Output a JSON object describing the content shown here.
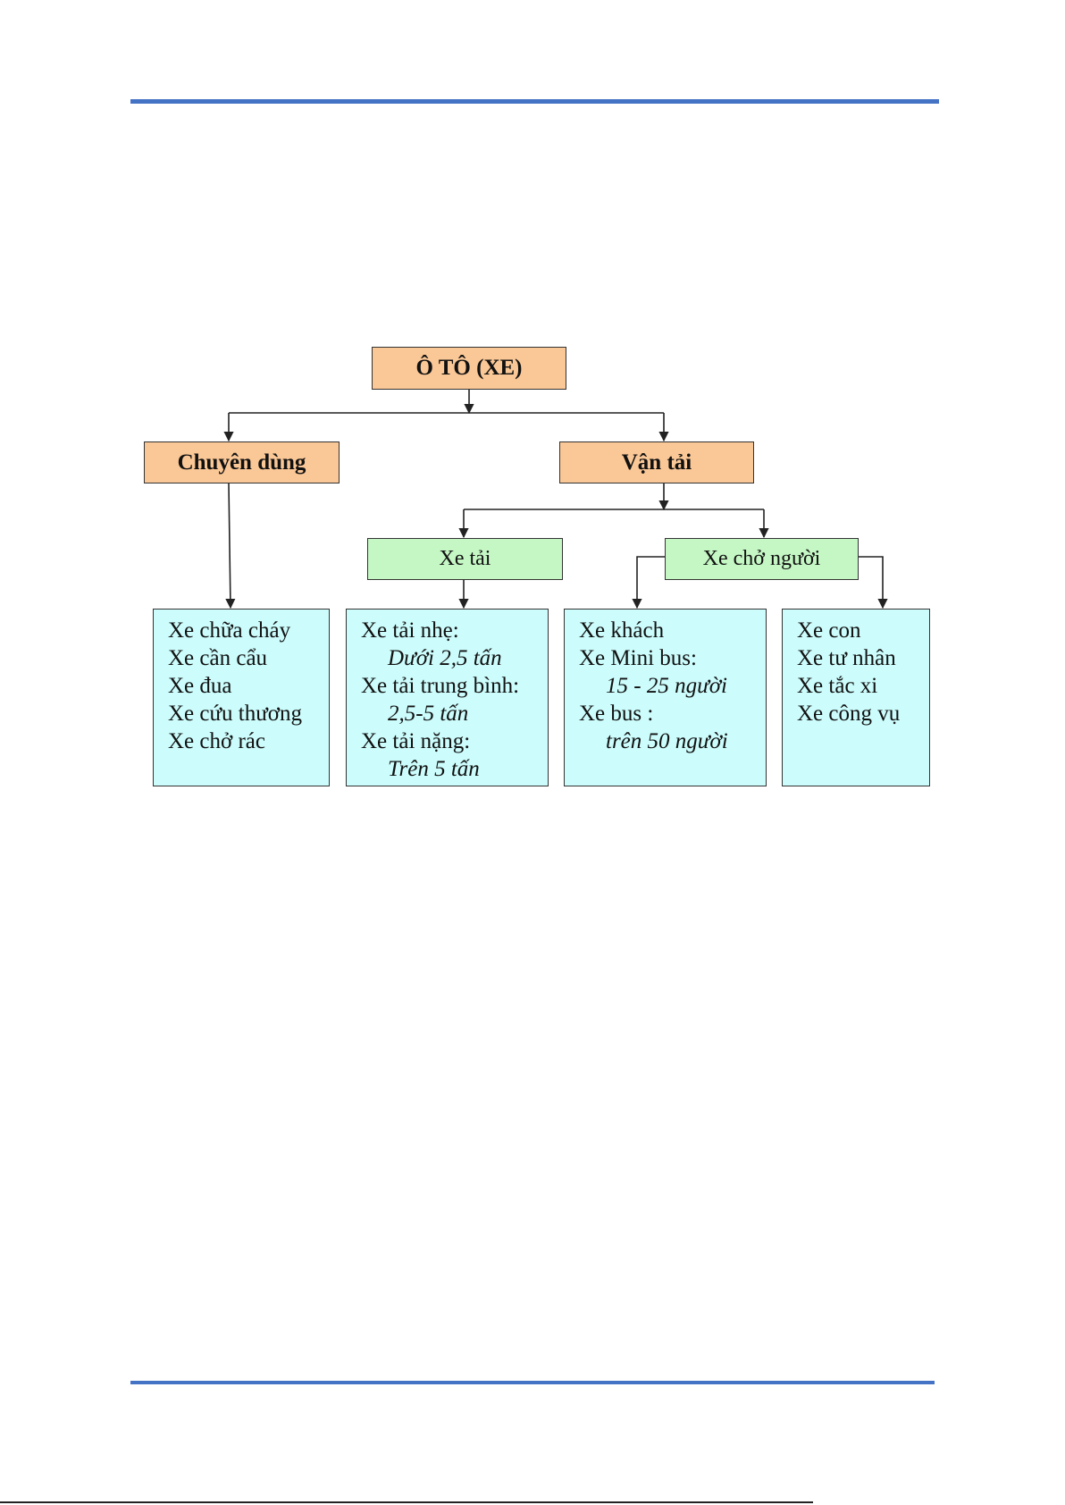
{
  "diagram": {
    "root": {
      "label": "Ô TÔ (XE)"
    },
    "level1": [
      {
        "label": "Chuyên dùng"
      },
      {
        "label": "Vận tải"
      }
    ],
    "level2": [
      {
        "label": "Xe tải"
      },
      {
        "label": "Xe chở người"
      }
    ],
    "leaves": [
      {
        "lines": [
          {
            "text": "Xe chữa cháy"
          },
          {
            "text": "Xe cần cẩu"
          },
          {
            "text": "Xe đua"
          },
          {
            "text": "Xe cứu thương"
          },
          {
            "text": "Xe chở rác"
          }
        ]
      },
      {
        "lines": [
          {
            "text": "Xe tải nhẹ:"
          },
          {
            "text": "Dưới 2,5 tấn"
          },
          {
            "text": "Xe tải trung bình:"
          },
          {
            "text": "2,5-5 tấn"
          },
          {
            "text": "Xe tải nặng:"
          },
          {
            "text": "Trên 5 tấn"
          }
        ]
      },
      {
        "lines": [
          {
            "text": "Xe khách"
          },
          {
            "text": "Xe Mini bus:"
          },
          {
            "text": "15 - 25 người"
          },
          {
            "text": "Xe bus :"
          },
          {
            "text": "trên 50 người"
          }
        ]
      },
      {
        "lines": [
          {
            "text": "Xe con"
          },
          {
            "text": "Xe tư nhân"
          },
          {
            "text": "Xe tắc xi"
          },
          {
            "text": "Xe công vụ"
          }
        ]
      }
    ]
  },
  "colors": {
    "header_fill": "#fac796",
    "sub_fill": "#c4f7c4",
    "leaf_fill": "#ccfcfc",
    "rule": "#4472c4"
  }
}
